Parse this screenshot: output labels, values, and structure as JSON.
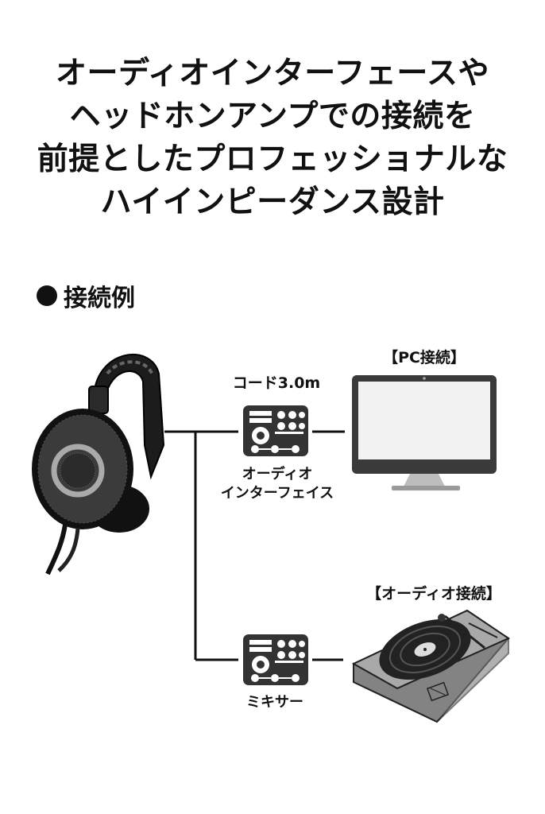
{
  "headline": {
    "lines": [
      "オーディオインターフェースや",
      "ヘッドホンアンプでの接続を",
      "前提としたプロフェッショナルな",
      "ハイインピーダンス設計"
    ]
  },
  "section_title": "接続例",
  "diagram": {
    "cable_label": "コード3.0m",
    "pc_label": "【PC接続】",
    "audio_label": "【オーディオ接続】",
    "interface_label_line1": "オーディオ",
    "interface_label_line2": "インターフェイス",
    "mixer_label": "ミキサー"
  },
  "colors": {
    "text": "#111111",
    "device_fill": "#333333",
    "monitor_frame": "#3a3a3a",
    "monitor_screen": "#f2f2f2",
    "turntable_base": "#999999"
  }
}
